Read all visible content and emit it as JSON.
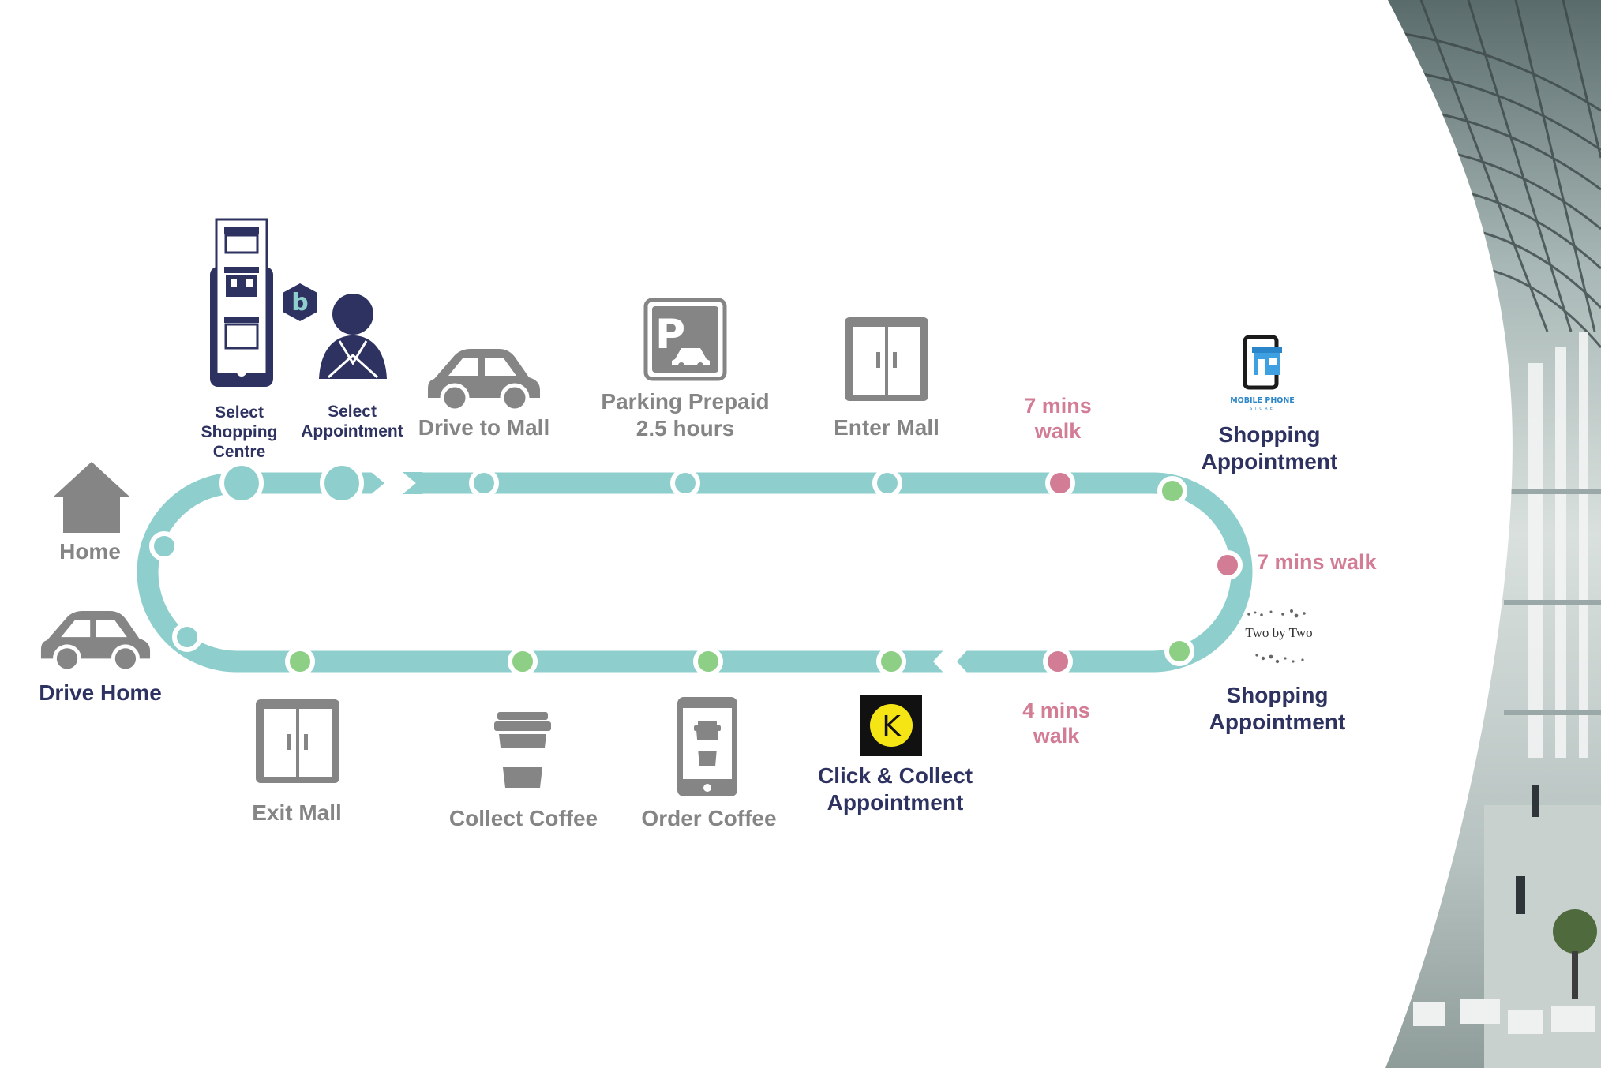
{
  "steps": {
    "select_centre": {
      "line1": "Select",
      "line2": "Shopping Centre"
    },
    "select_appointment": {
      "line1": "Select",
      "line2": "Appointment"
    },
    "drive_to_mall": "Drive to Mall",
    "parking": {
      "line1": "Parking Prepaid",
      "line2": "2.5 hours"
    },
    "enter_mall": "Enter Mall",
    "walk_top": {
      "line1": "7 mins",
      "line2": "walk"
    },
    "shopping_1": {
      "line1": "Shopping",
      "line2": "Appointment"
    },
    "walk_right": "7 mins walk",
    "shopping_2": {
      "line1": "Shopping",
      "line2": "Appointment"
    },
    "walk_bottom": {
      "line1": "4 mins",
      "line2": "walk"
    },
    "click_collect": {
      "line1": "Click & Collect",
      "line2": "Appointment"
    },
    "order_coffee": "Order Coffee",
    "collect_coffee": "Collect Coffee",
    "exit_mall": "Exit Mall",
    "drive_home": "Drive Home",
    "home": "Home"
  },
  "logos": {
    "mobile_store": {
      "line1": "MOBILE PHONE",
      "line2": "STORE"
    },
    "two_by_two": "Two by Two",
    "app_badge": "b",
    "k_logo": "K"
  },
  "colors": {
    "track": "#8ecfcd",
    "teal_node": "#8ecfcd",
    "green_node": "#8ccf85",
    "pink_node": "#d27d95",
    "navy": "#2e3260",
    "gray": "#858585"
  }
}
